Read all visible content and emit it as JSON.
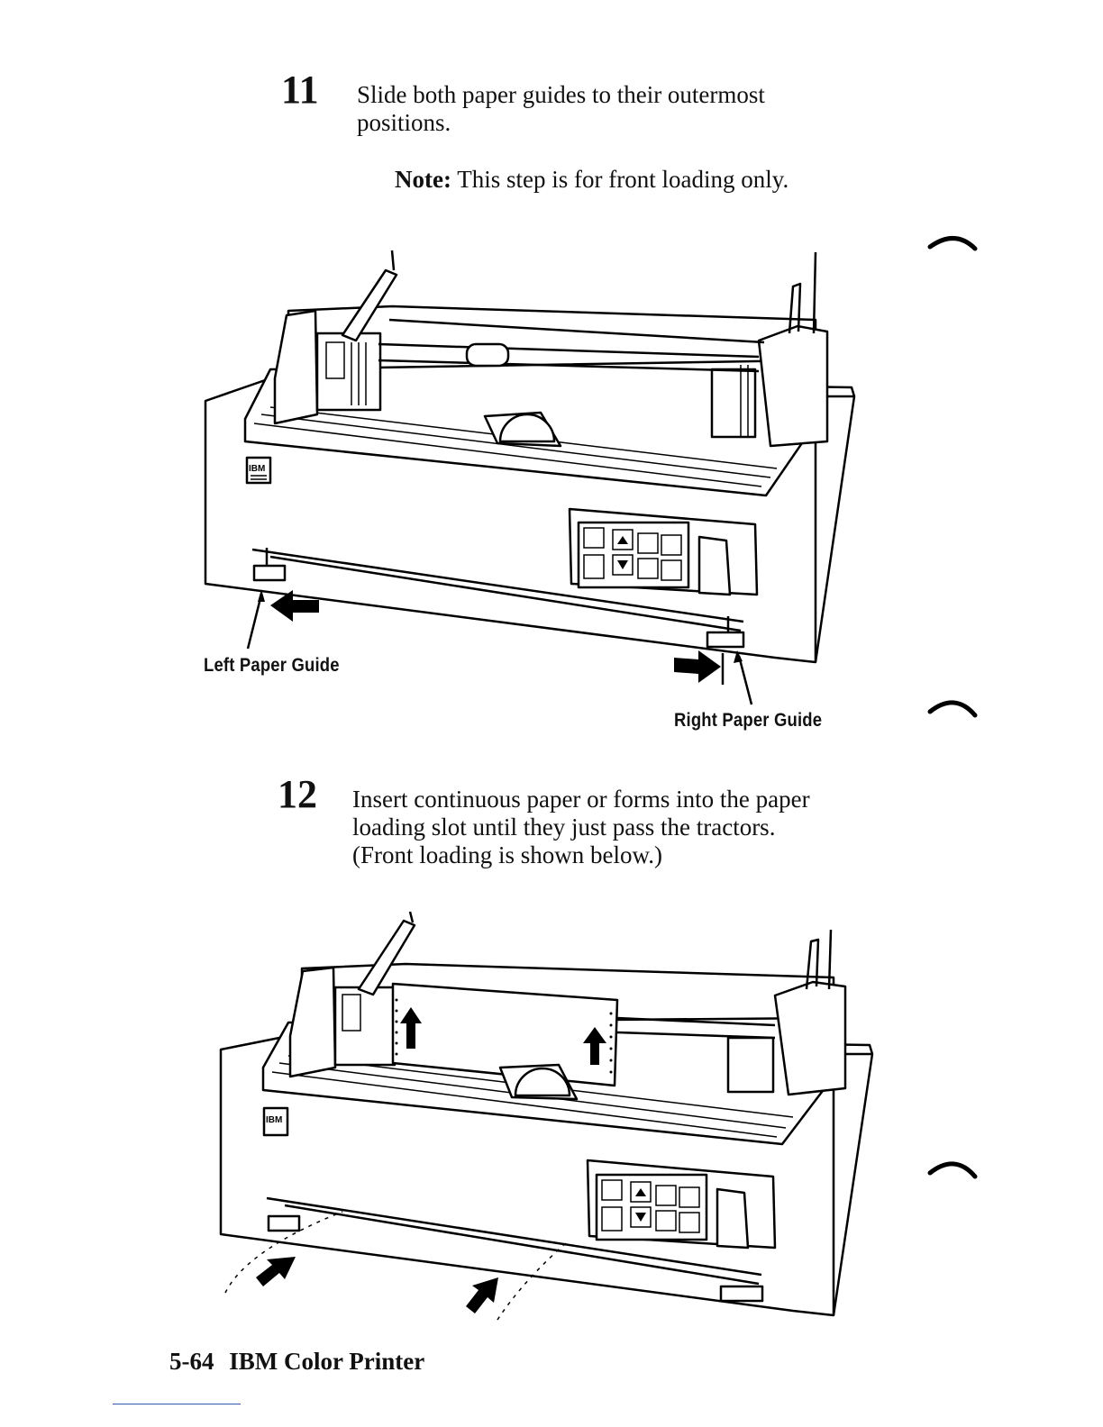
{
  "step11": {
    "number": "11",
    "text_line1": "Slide both paper guides to their outermost",
    "text_line2": "positions.",
    "note_label": "Note:",
    "note_text": "This step is for front loading only."
  },
  "figure1": {
    "left_label": "Left Paper Guide",
    "right_label": "Right Paper Guide",
    "logo_text": "IBM"
  },
  "step12": {
    "number": "12",
    "text_line1": "Insert continuous paper or forms into the paper",
    "text_line2": "loading slot until they just pass the tractors.",
    "text_line3": "(Front loading is shown below.)"
  },
  "figure2": {
    "logo_text": "IBM"
  },
  "footer": {
    "page_ref": "5-64",
    "title": "IBM Color Printer"
  }
}
